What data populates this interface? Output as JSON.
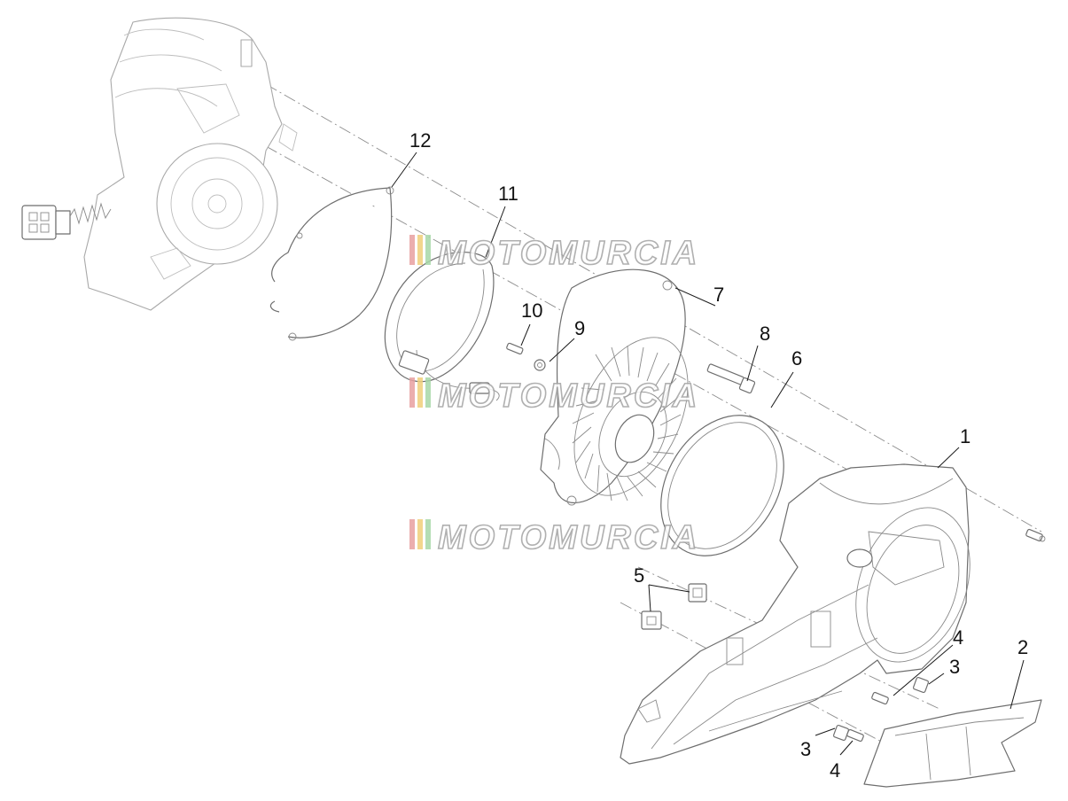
{
  "diagram": {
    "callouts": [
      "1",
      "2",
      "3",
      "3",
      "4",
      "4",
      "5",
      "6",
      "7",
      "8",
      "9",
      "10",
      "11",
      "12"
    ],
    "watermark_text": "MOTOMURCIA",
    "watermark_stripe_colors": [
      "#e8a0a0",
      "#f0d07a",
      "#a8d8a8"
    ]
  }
}
